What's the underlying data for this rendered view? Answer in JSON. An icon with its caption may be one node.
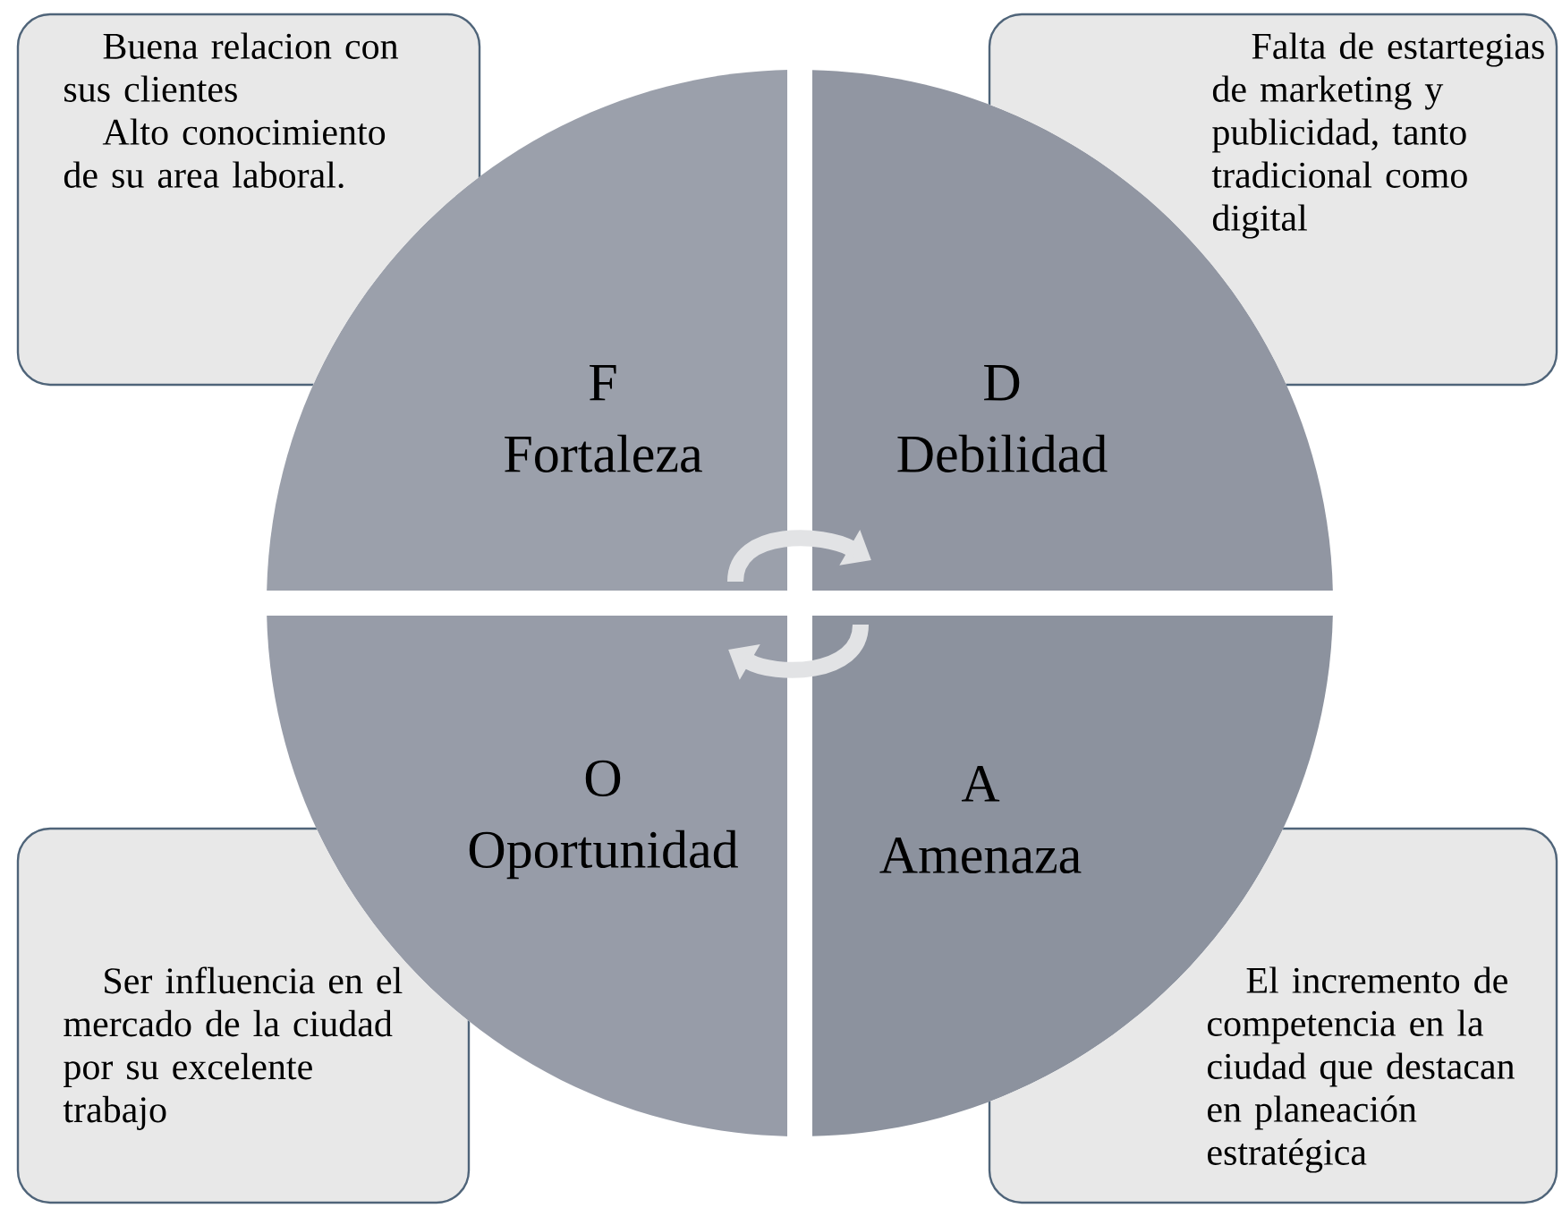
{
  "diagram": {
    "nodes": [
      {
        "text": [
          "Buena relacion con sus clientes",
          "Alto conocimiento de su area laboral."
        ]
      },
      {
        "text": [
          "Falta de estartegias de marketing y publicidad, tanto tradicional como digital"
        ]
      },
      {
        "text": [
          "F",
          "Fortaleza"
        ]
      },
      {
        "text": [
          "D",
          "Debilidad"
        ]
      },
      {
        "text": [
          "O",
          "Oportunidad"
        ]
      },
      {
        "text": [
          "A",
          "Amenaza"
        ]
      },
      {
        "text": [
          "Ser influencia en el mercado de la ciudad por su excelente trabajo"
        ]
      },
      {
        "text": [
          "El incremento de competencia en la ciudad que destacan en planeación estratégica"
        ]
      }
    ],
    "edges": [
      {
        "from": 2,
        "to": 3,
        "arrow": "to"
      },
      {
        "from": 5,
        "to": 4,
        "arrow": "to"
      }
    ]
  }
}
